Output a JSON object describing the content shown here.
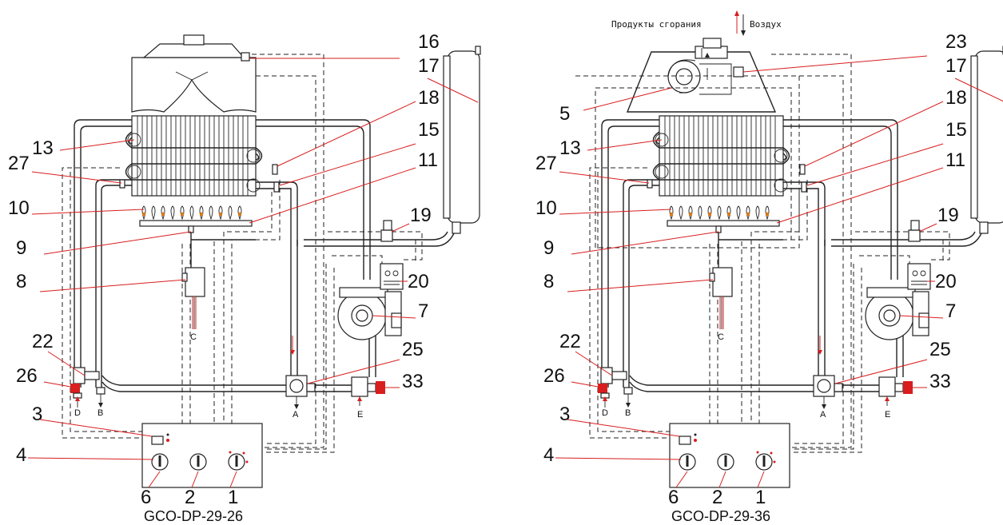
{
  "flue_labels": {
    "products": "Продукты сгорания",
    "air": "Воздух"
  },
  "port_labels": [
    "C",
    "D",
    "B",
    "A",
    "E"
  ],
  "left_diagram": {
    "model": "GCO-DP-29-26",
    "callouts": [
      "16",
      "17",
      "18",
      "13",
      "15",
      "27",
      "11",
      "10",
      "19",
      "9",
      "8",
      "20",
      "7",
      "22",
      "25",
      "26",
      "33",
      "3",
      "4",
      "6",
      "2",
      "1"
    ]
  },
  "right_diagram": {
    "model": "GCO-DP-29-36",
    "callouts": [
      "23",
      "17",
      "5",
      "18",
      "13",
      "15",
      "27",
      "11",
      "10",
      "19",
      "9",
      "8",
      "20",
      "7",
      "22",
      "25",
      "26",
      "33",
      "3",
      "4",
      "6",
      "2",
      "1"
    ]
  },
  "colors": {
    "leader_lines": "#d81e1e",
    "lines": "#222222"
  }
}
